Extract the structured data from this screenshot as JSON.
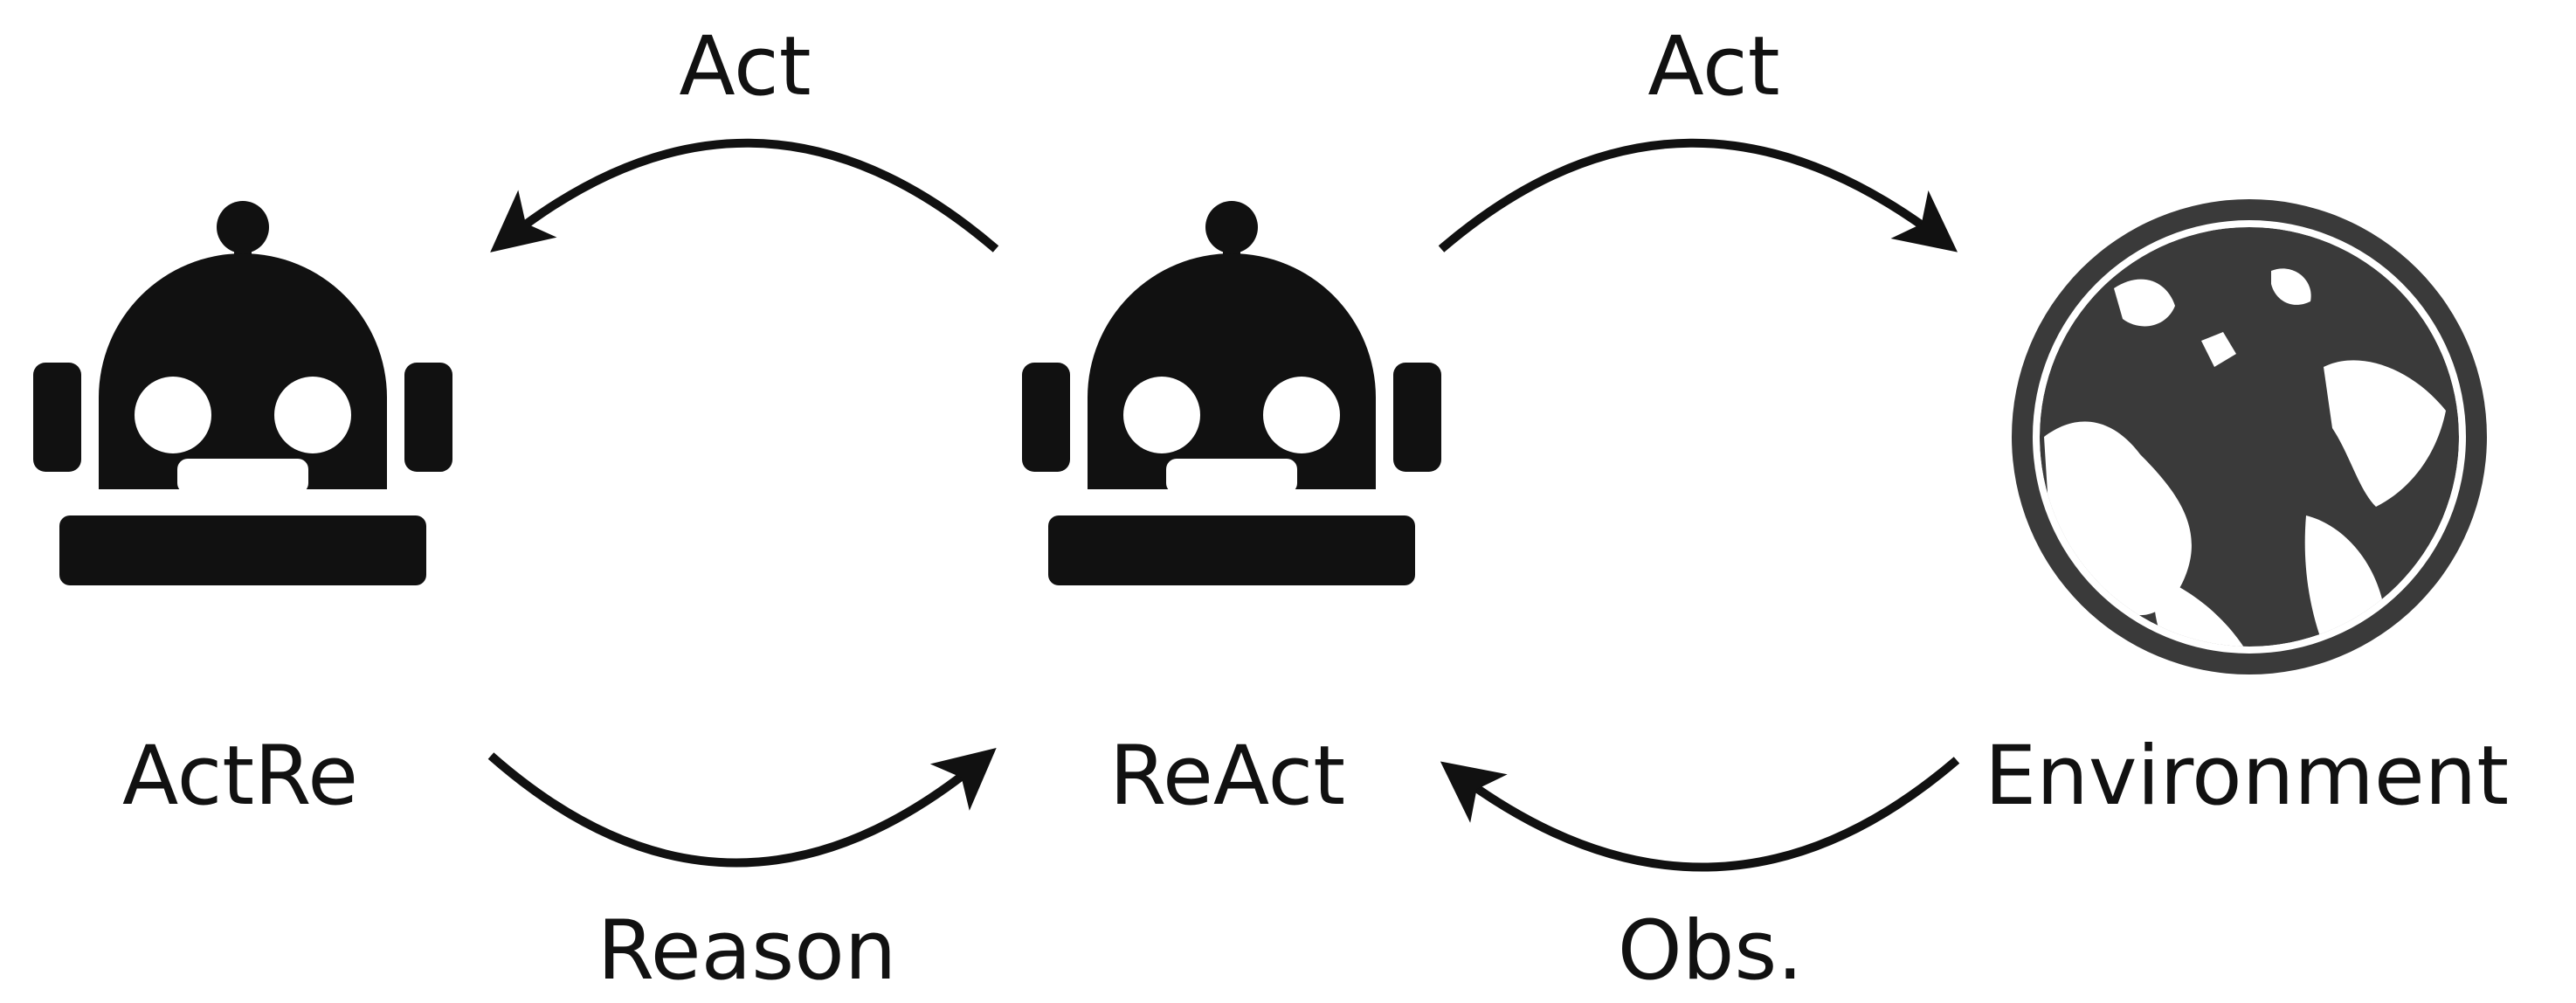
{
  "nodes": {
    "actre": {
      "label": "ActRe",
      "icon": "robot-icon"
    },
    "react": {
      "label": "ReAct",
      "icon": "robot-icon"
    },
    "environment": {
      "label": "Environment",
      "icon": "globe-icon"
    }
  },
  "edges": {
    "react_to_actre": {
      "label": "Act"
    },
    "actre_to_react": {
      "label": "Reason"
    },
    "react_to_environment": {
      "label": "Act"
    },
    "environment_to_react": {
      "label": "Obs."
    }
  },
  "colors": {
    "ink": "#111111",
    "globe": "#3a3a3a",
    "background": "#ffffff"
  }
}
